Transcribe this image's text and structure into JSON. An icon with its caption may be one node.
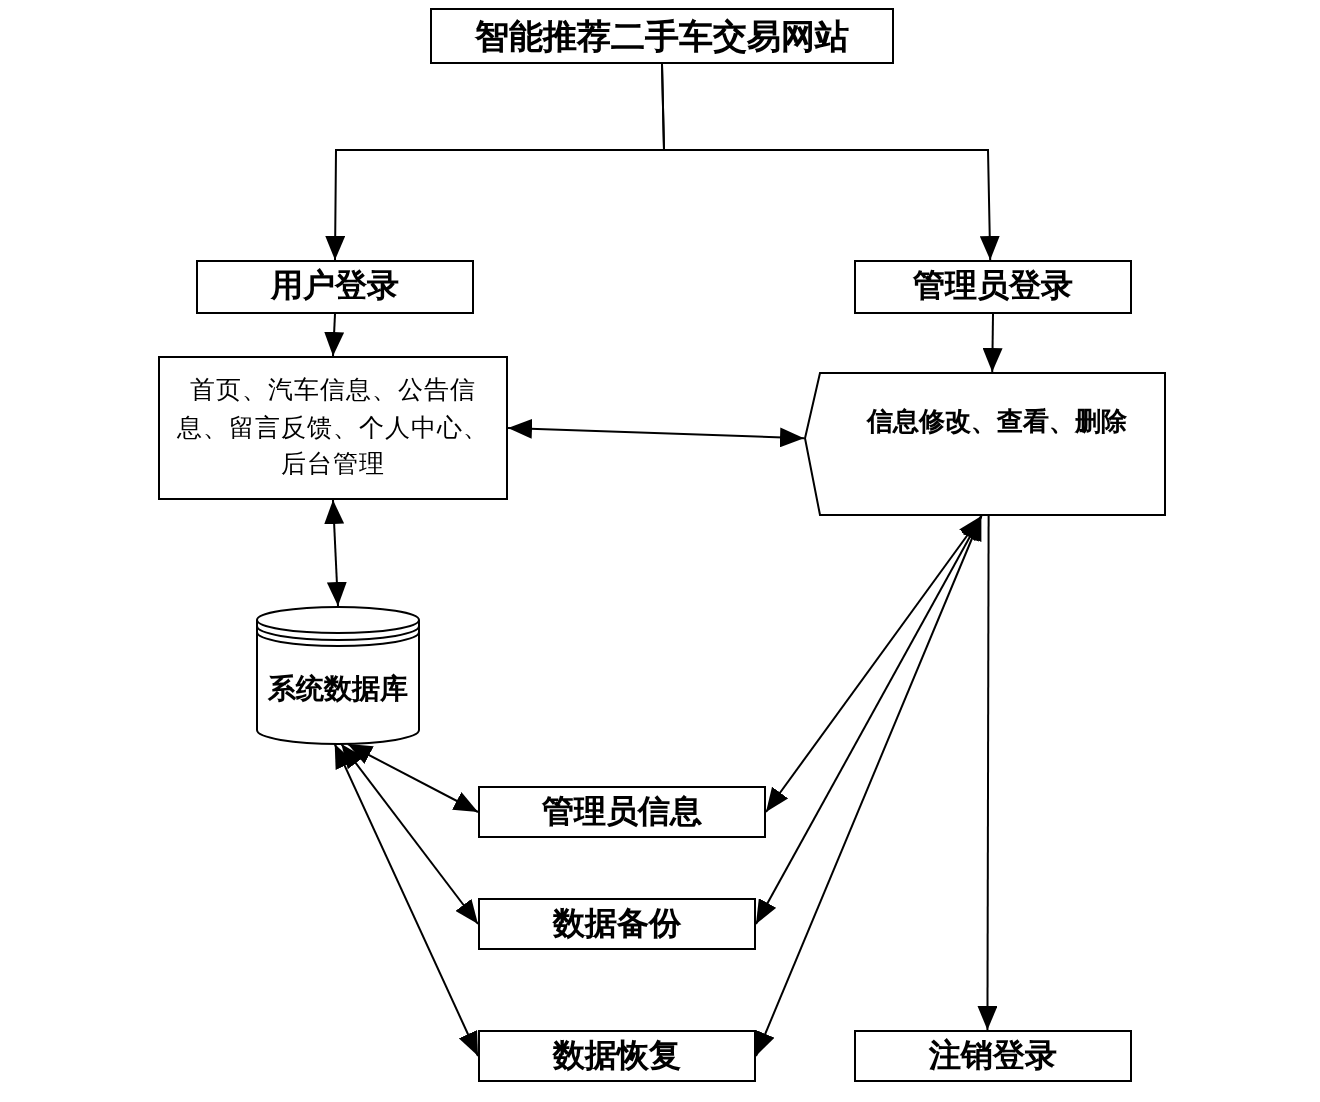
{
  "diagram": {
    "nodes": [
      {
        "text": [
          "智能推荐二手车交易网站"
        ]
      },
      {
        "text": [
          "用户登录"
        ]
      },
      {
        "text": [
          "管理员登录"
        ]
      },
      {
        "text": [
          "首页、汽车信息、公告信息、留言反馈、个人中心、后台管理"
        ]
      },
      {
        "text": [
          "信息修改、查看、删除"
        ]
      },
      {
        "text": [
          "系统数据库"
        ]
      },
      {
        "text": [
          "管理员信息"
        ]
      },
      {
        "text": [
          "数据备份"
        ]
      },
      {
        "text": [
          "数据恢复"
        ]
      },
      {
        "text": [
          "注销登录"
        ]
      }
    ],
    "edges": [
      {
        "from": 0,
        "to": 1,
        "arrow": "to"
      },
      {
        "from": 0,
        "to": 2,
        "arrow": "to"
      },
      {
        "from": 1,
        "to": 3,
        "arrow": "to"
      },
      {
        "from": 2,
        "to": 4,
        "arrow": "to"
      },
      {
        "from": 3,
        "to": 4,
        "arrow": "both"
      },
      {
        "from": 3,
        "to": 5,
        "arrow": "both"
      },
      {
        "from": 5,
        "to": 6,
        "arrow": "both"
      },
      {
        "from": 5,
        "to": 7,
        "arrow": "both"
      },
      {
        "from": 5,
        "to": 8,
        "arrow": "both"
      },
      {
        "from": 4,
        "to": 6,
        "arrow": "both"
      },
      {
        "from": 4,
        "to": 7,
        "arrow": "both"
      },
      {
        "from": 4,
        "to": 8,
        "arrow": "both"
      },
      {
        "from": 4,
        "to": 9,
        "arrow": "to"
      }
    ]
  }
}
